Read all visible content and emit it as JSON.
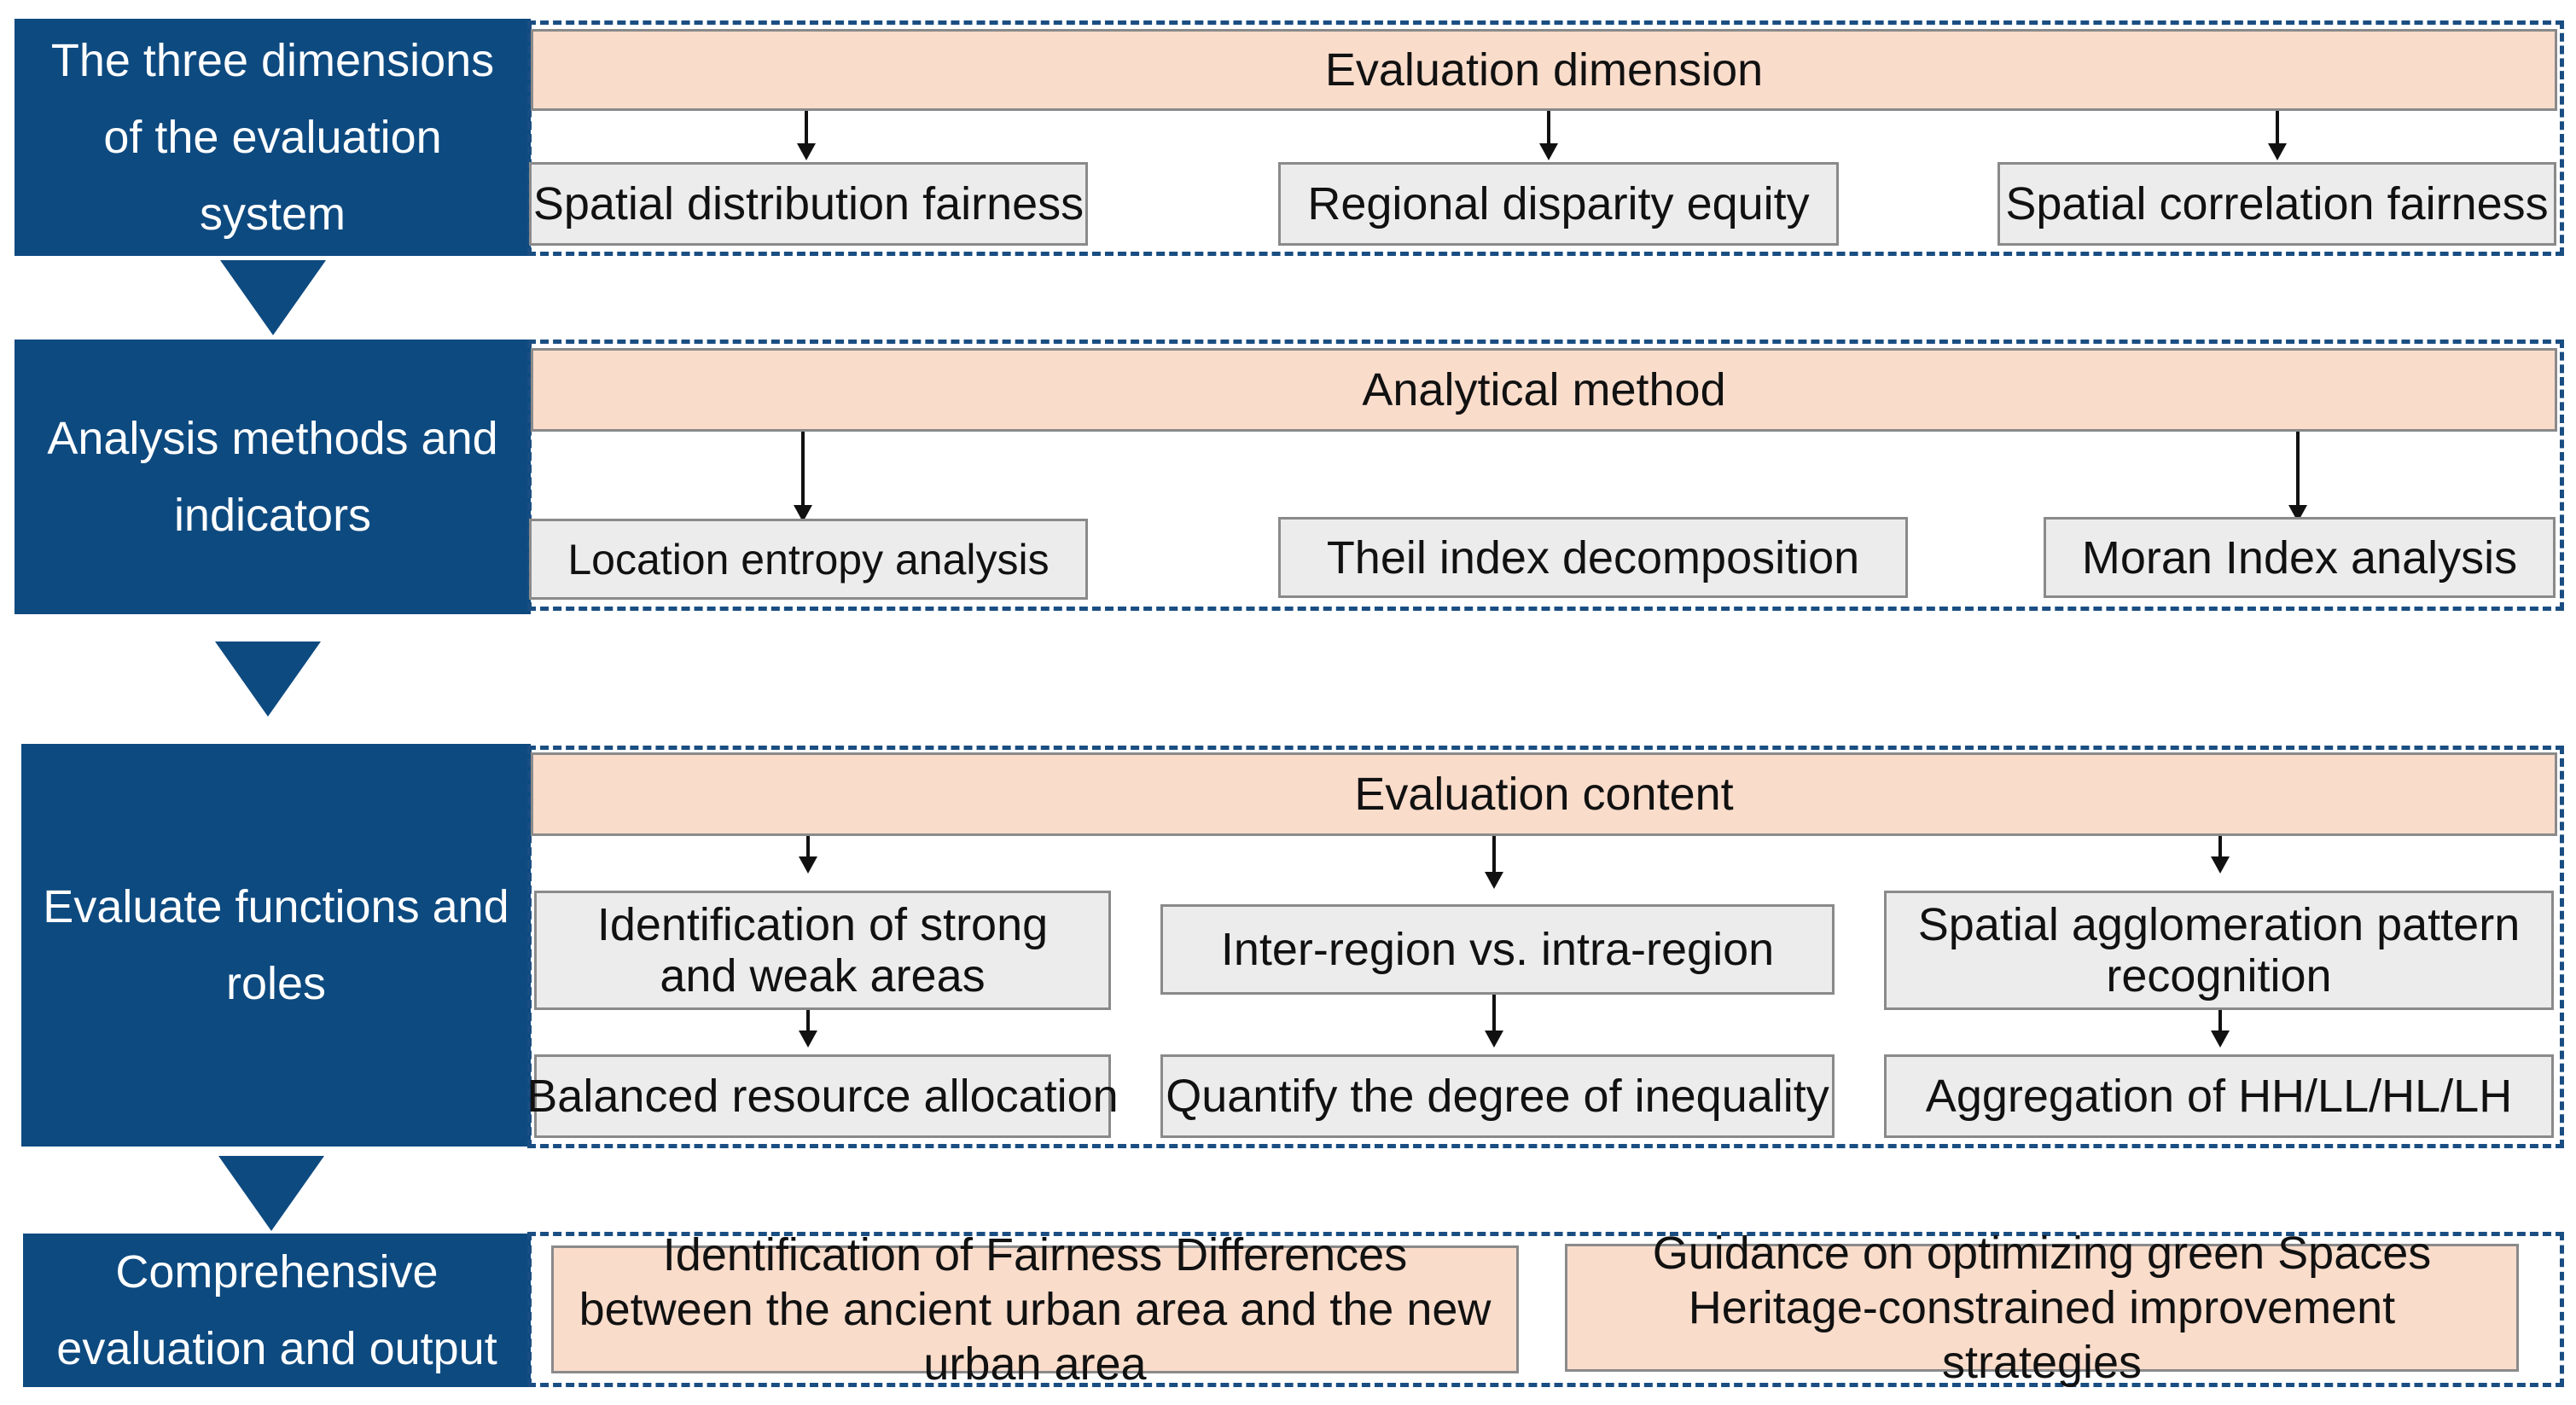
{
  "rows": {
    "row1": {
      "side_label": "The three dimensions of the evaluation system",
      "header": "Evaluation dimension",
      "boxes": [
        "Spatial distribution fairness",
        "Regional disparity equity",
        "Spatial correlation fairness"
      ]
    },
    "row2": {
      "side_label": "Analysis methods and indicators",
      "header": "Analytical method",
      "boxes": [
        "Location entropy analysis",
        "Theil index decomposition",
        "Moran Index analysis"
      ]
    },
    "row3": {
      "side_label": "Evaluate functions and roles",
      "header": "Evaluation content",
      "boxes": [
        "Identification of strong and weak areas",
        "Inter-region vs. intra-region",
        "Spatial agglomeration pattern recognition"
      ],
      "results": [
        "Balanced resource allocation",
        "Quantify the degree of inequality",
        "Aggregation of HH/LL/HL/LH"
      ]
    },
    "row4": {
      "side_label": "Comprehensive evaluation and output",
      "outputs": [
        "Identification of Fairness Differences between the ancient urban area and the new urban area",
        "Guidance on optimizing green Spaces Heritage-constrained improvement strategies"
      ]
    }
  },
  "colors": {
    "navy": "#0d4a80",
    "peach": "#fadccb",
    "grey_box": "#ececec",
    "dashed_border": "#1a4e82"
  }
}
